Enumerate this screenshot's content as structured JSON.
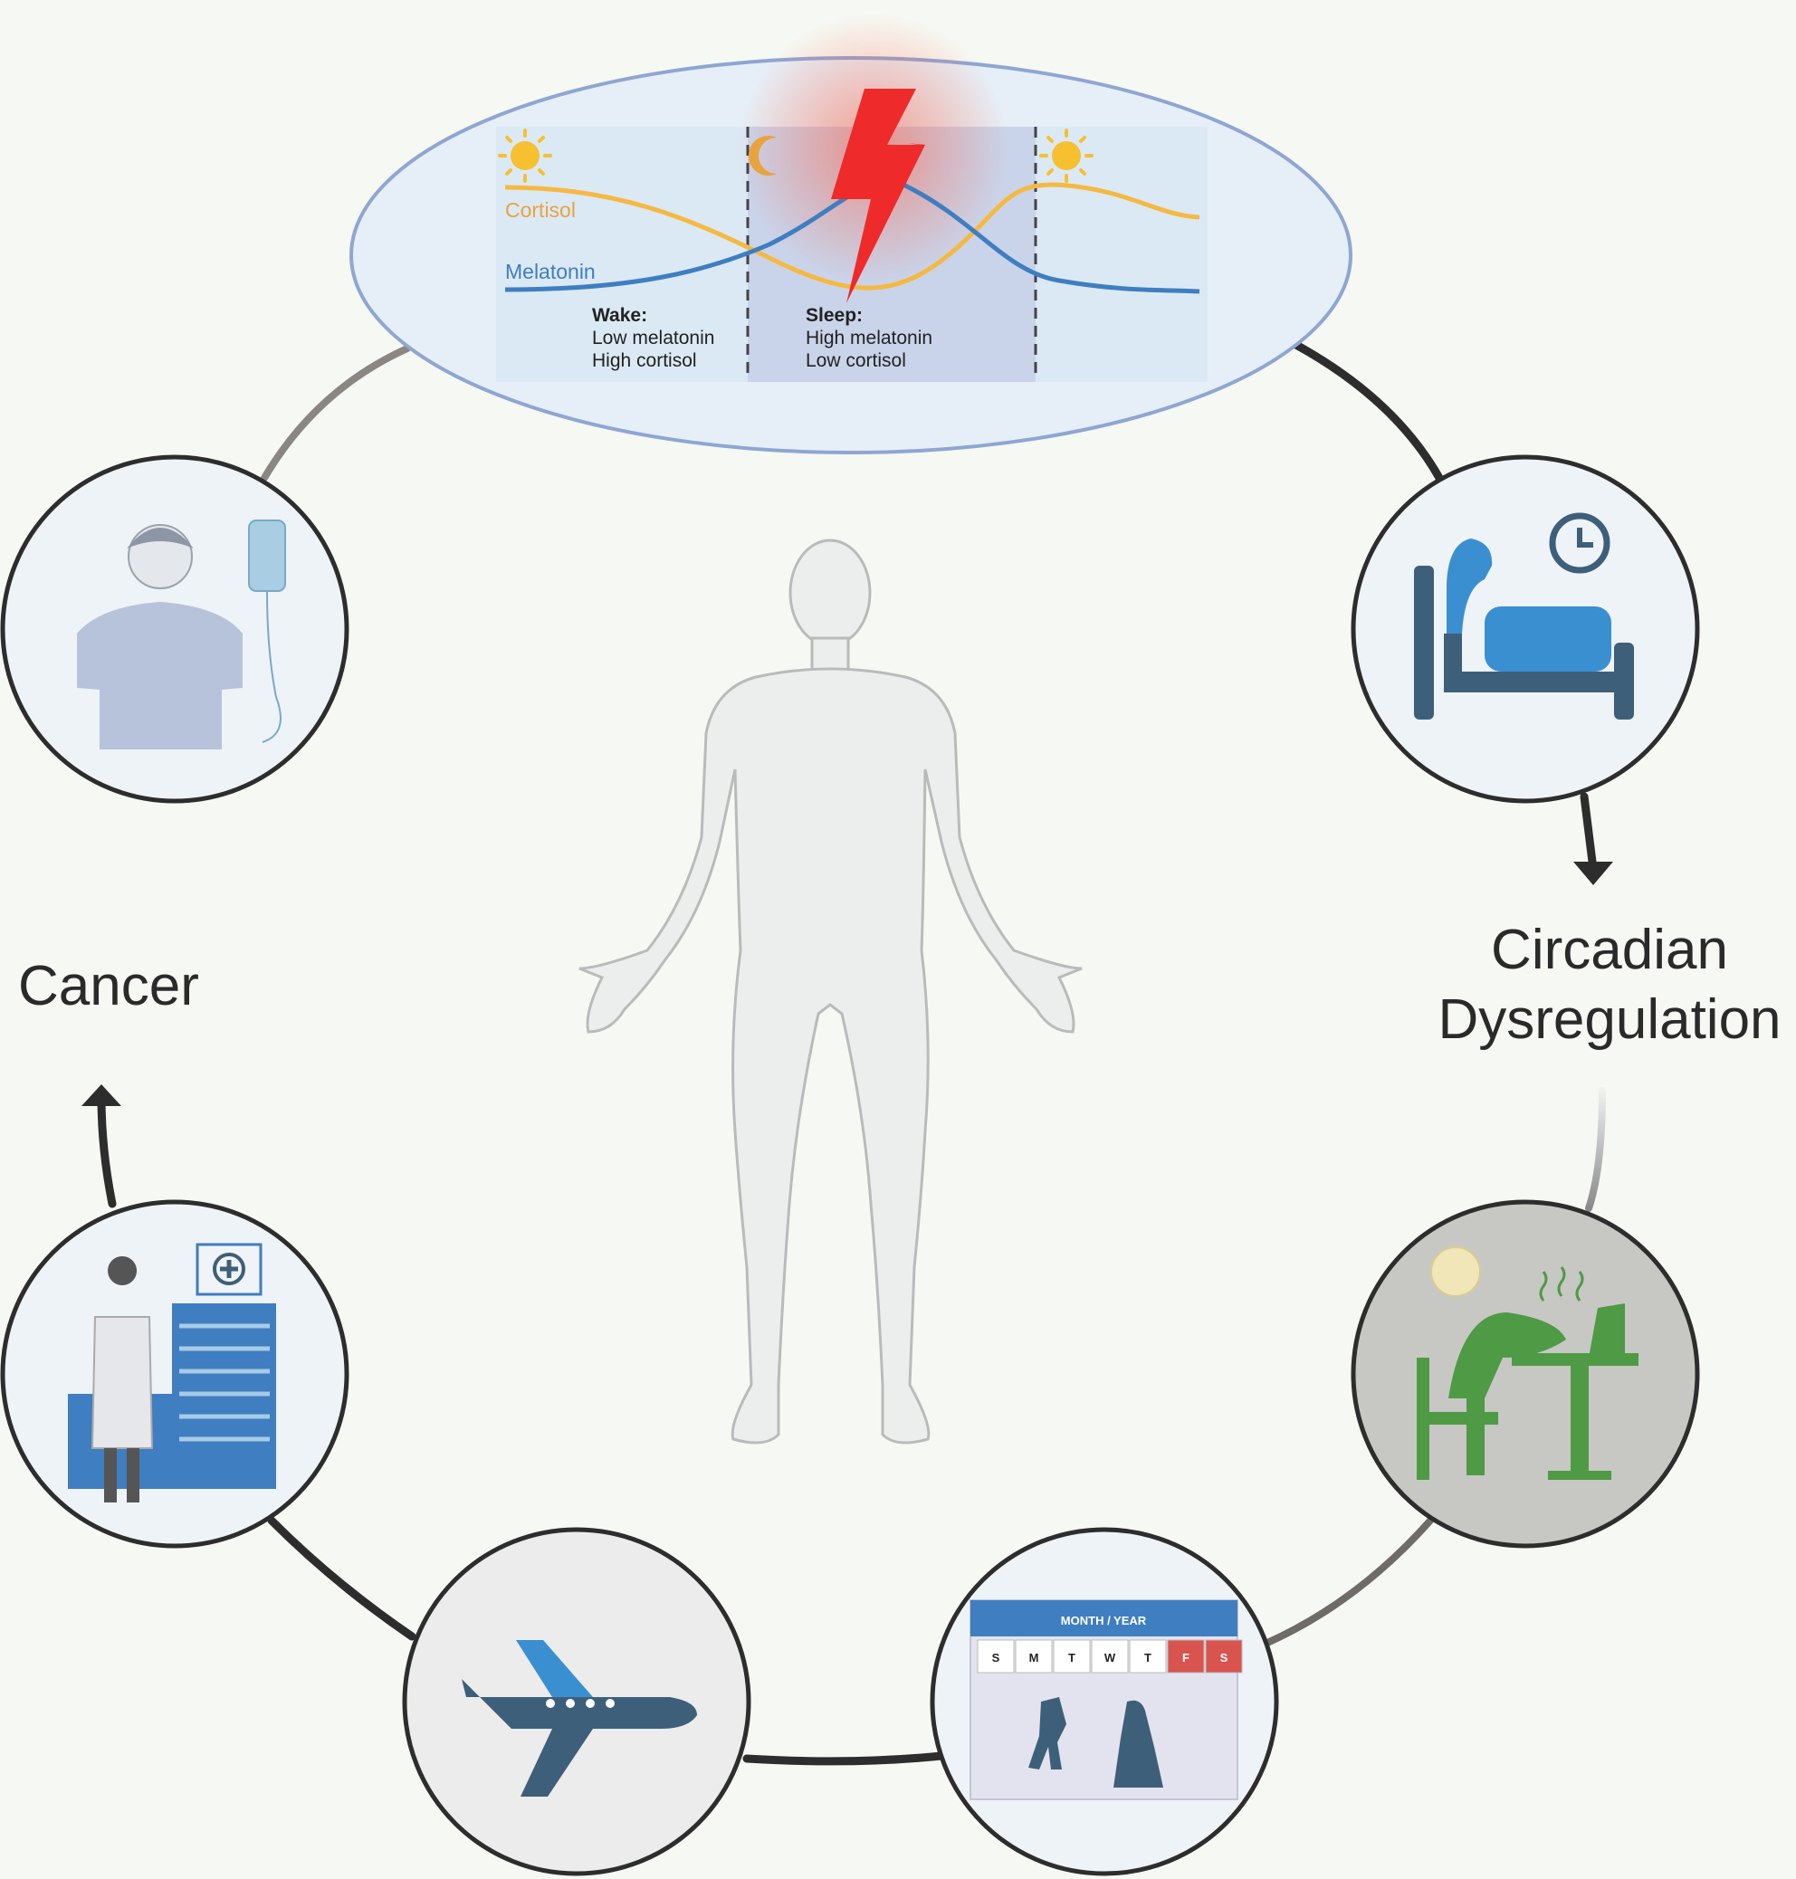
{
  "labels": {
    "cancer": "Cancer",
    "circadian_line1": "Circadian",
    "circadian_line2": "Dysregulation"
  },
  "rhythm_panel": {
    "cortisol_label": "Cortisol",
    "melatonin_label": "Melatonin",
    "wake_title": "Wake:",
    "wake_line1": "Low melatonin",
    "wake_line2": "High cortisol",
    "sleep_title": "Sleep:",
    "sleep_line1": "High melatonin",
    "sleep_line2": "Low cortisol"
  },
  "calendar": {
    "header": "MONTH / YEAR",
    "days": [
      "S",
      "M",
      "T",
      "W",
      "T",
      "F",
      "S"
    ]
  },
  "colors": {
    "background": "#f6f8f3",
    "cortisol": "#f5b942",
    "melatonin": "#3f7ec0",
    "bolt": "#ee2a2a",
    "ring": "#2d2d2d",
    "calendar_header": "#3f7ec0",
    "weekend": "#d9534f",
    "shift_icon": "#4f9a44",
    "bed_icon": "#3a8fd0",
    "plane_icon": "#3e5f7a"
  },
  "icons": [
    "sun-icon",
    "moon-icon",
    "lightning-bolt-icon",
    "human-body-figure",
    "cancer-patient-iv-icon",
    "insomnia-bed-clock-icon",
    "night-shift-desk-icon",
    "weekend-calendar-icon",
    "airplane-jetlag-icon",
    "night-doctor-hospital-icon"
  ]
}
